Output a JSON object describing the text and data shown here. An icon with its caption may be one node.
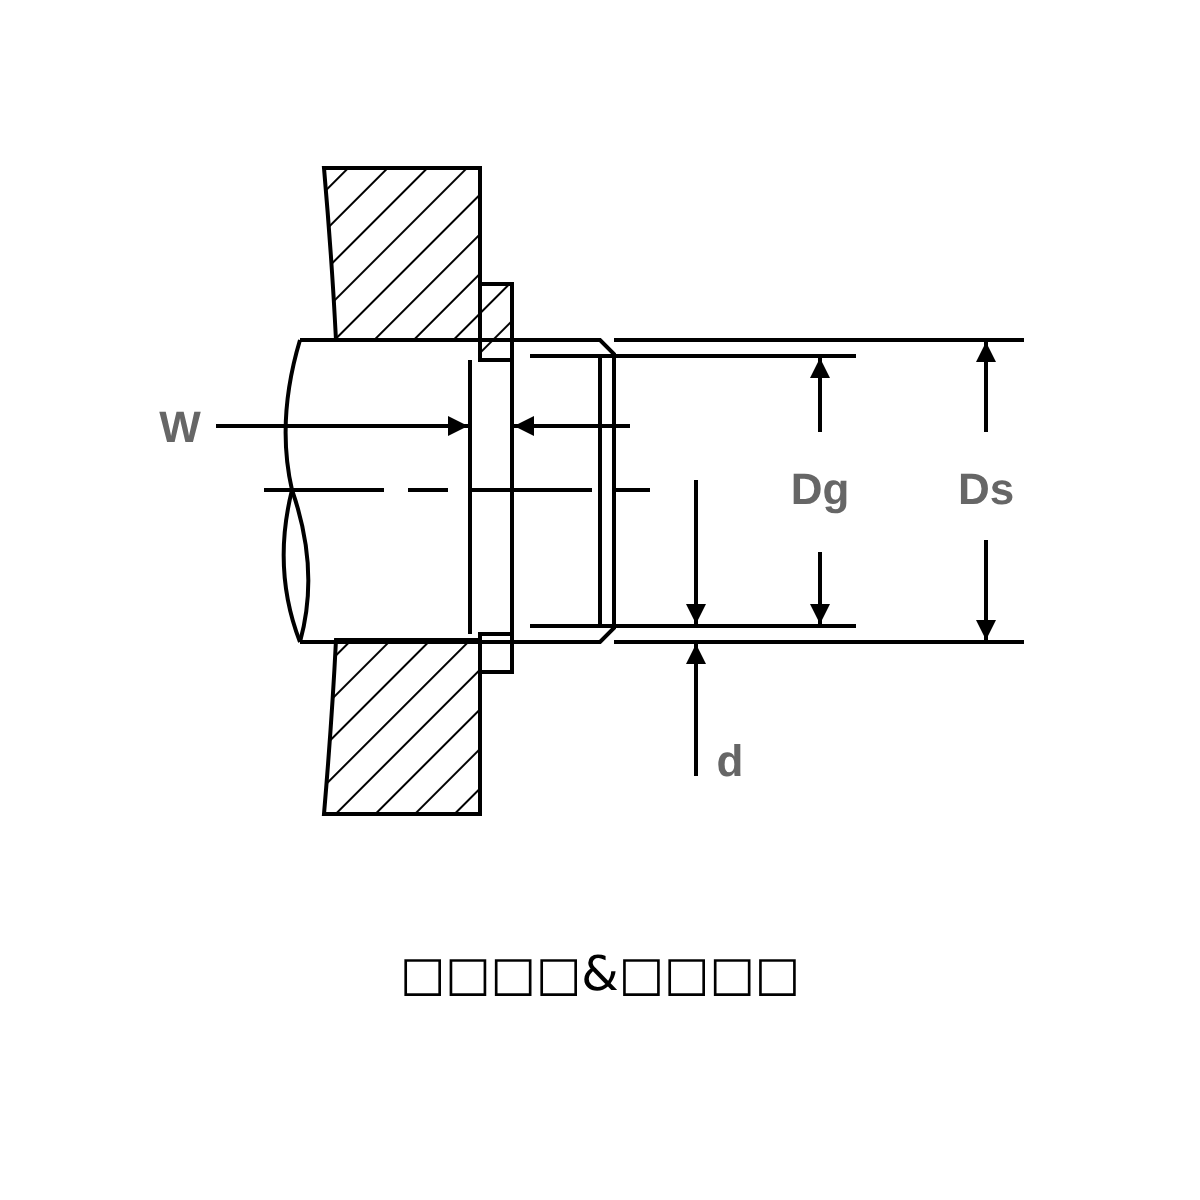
{
  "diagram": {
    "caption": "□□□□&□□□□",
    "labels": [
      "W",
      "Dg",
      "Ds",
      "d"
    ]
  }
}
